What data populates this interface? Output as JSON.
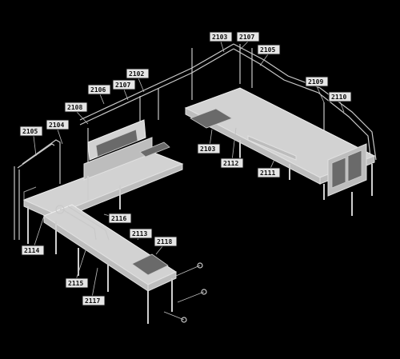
{
  "callouts": [
    {
      "id": "c1",
      "text": "2103"
    },
    {
      "id": "c2",
      "text": "2107"
    },
    {
      "id": "c3",
      "text": "2105"
    },
    {
      "id": "c4",
      "text": "2102"
    },
    {
      "id": "c5",
      "text": "2107"
    },
    {
      "id": "c6",
      "text": "2106"
    },
    {
      "id": "c7",
      "text": "2108"
    },
    {
      "id": "c8",
      "text": "2104"
    },
    {
      "id": "c9",
      "text": "2105"
    },
    {
      "id": "c10",
      "text": "2109"
    },
    {
      "id": "c11",
      "text": "2110"
    },
    {
      "id": "c12",
      "text": "2103"
    },
    {
      "id": "c13",
      "text": "2112"
    },
    {
      "id": "c14",
      "text": "2111"
    },
    {
      "id": "c15",
      "text": "2114"
    },
    {
      "id": "c16",
      "text": "2115"
    },
    {
      "id": "c17",
      "text": "2117"
    },
    {
      "id": "c18",
      "text": "2116"
    },
    {
      "id": "c19",
      "text": "2113"
    },
    {
      "id": "c20",
      "text": "2118"
    }
  ],
  "colors": {
    "background": "#000000",
    "line_art": "#c9c9c9",
    "tag_fill": "#e6e6e6"
  }
}
